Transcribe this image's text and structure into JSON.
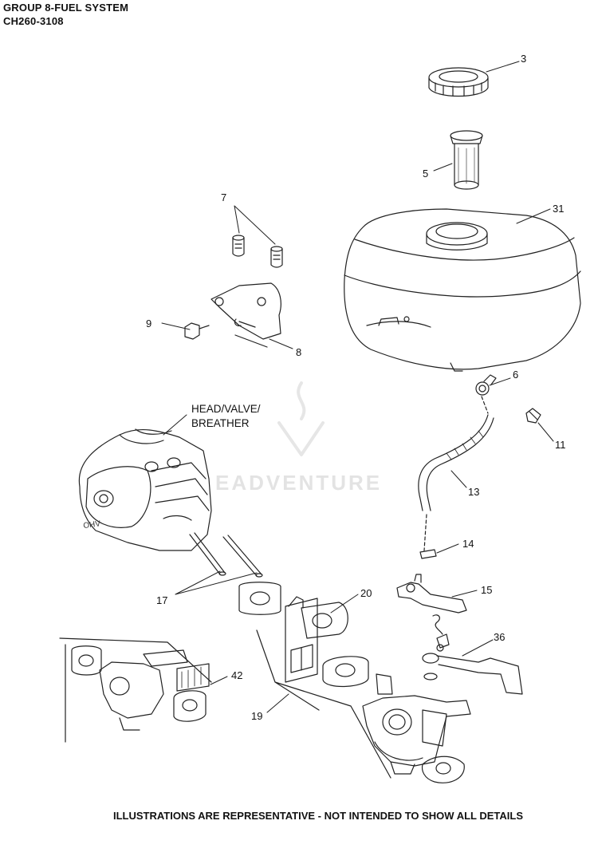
{
  "header": {
    "title": "GROUP 8-FUEL SYSTEM",
    "code": "CH260-3108"
  },
  "labels": {
    "head_valve": "HEAD/VALVE/",
    "breather": "BREATHER"
  },
  "callouts": {
    "c3": "3",
    "c5": "5",
    "c31": "31",
    "c7": "7",
    "c9": "9",
    "c8": "8",
    "c6": "6",
    "c11": "11",
    "c13": "13",
    "c14": "14",
    "c15": "15",
    "c17": "17",
    "c20": "20",
    "c36": "36",
    "c42": "42",
    "c19": "19"
  },
  "watermark": "EADVENTURE",
  "footer": "ILLUSTRATIONS ARE REPRESENTATIVE - NOT INTENDED TO SHOW ALL DETAILS"
}
